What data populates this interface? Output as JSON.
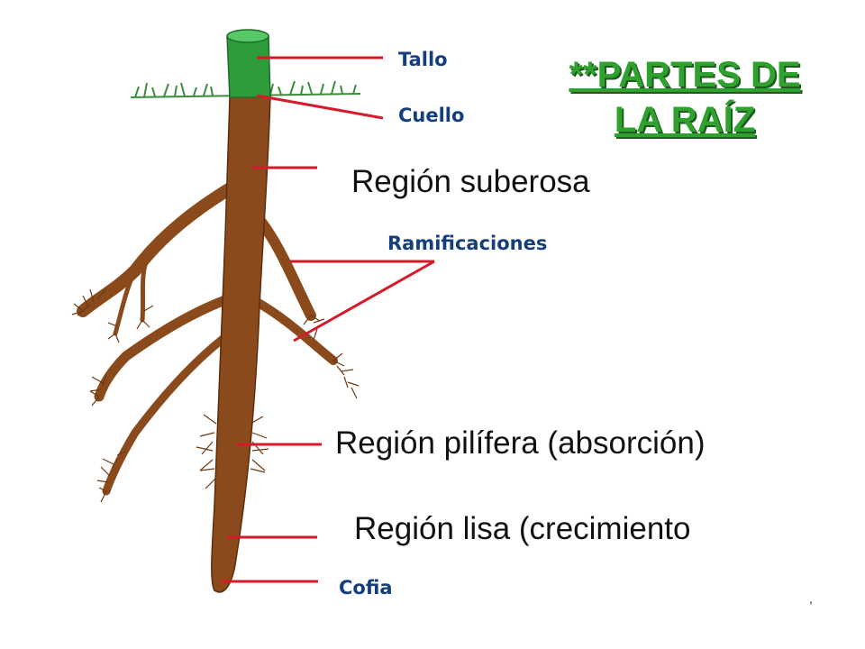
{
  "title": {
    "line1": "**PARTES DE",
    "line2": " LA RAÍZ"
  },
  "labels": {
    "tallo": "Tallo",
    "cuello": "Cuello",
    "region_suberosa": "Región suberosa",
    "ramificaciones": "Ramificaciones",
    "region_pilifera": "Región pilífera (absorción)",
    "region_lisa": "Región lisa (crecimiento",
    "cofia": "Cofia"
  },
  "colors": {
    "title": "#2fa12f",
    "root": "#8b4a1b",
    "stem": "#2e9c3a",
    "pointer": "#d61a2a",
    "label_small": "#153f7c"
  }
}
